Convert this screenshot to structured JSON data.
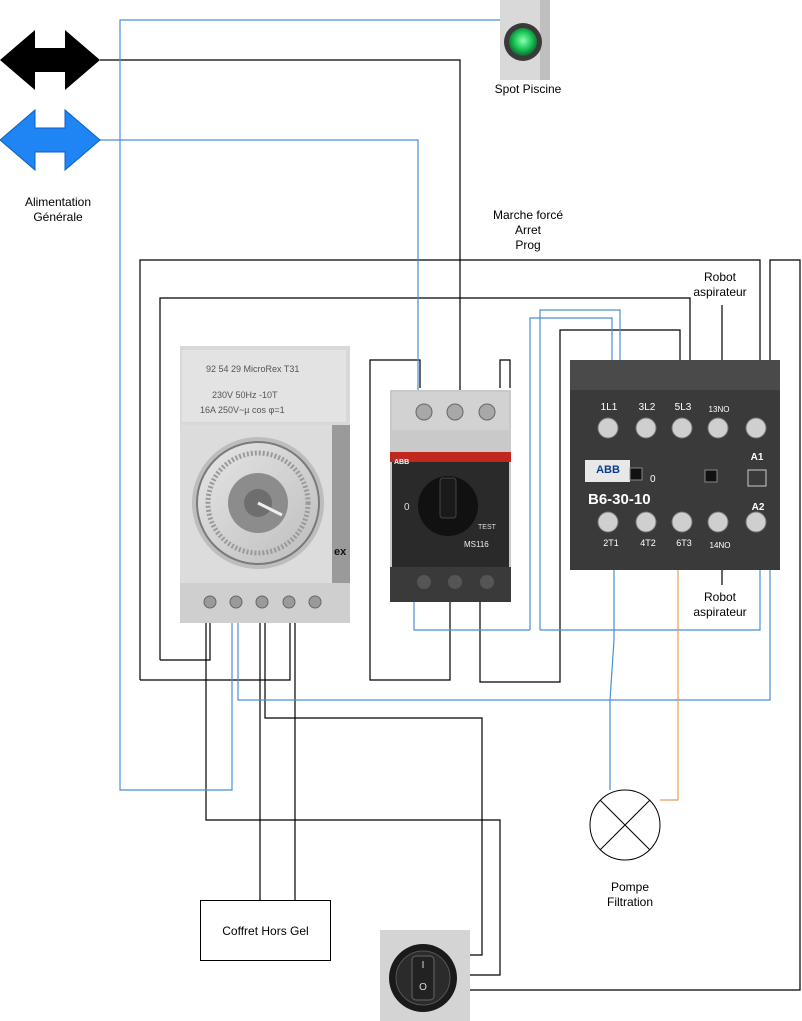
{
  "labels": {
    "spot": "Spot Piscine",
    "alim_line1": "Alimentation",
    "alim_line2": "Générale",
    "mode_line1": "Marche forcé",
    "mode_line2": "Arret",
    "mode_line3": "Prog",
    "robot_top_line1": "Robot",
    "robot_top_line2": "aspirateur",
    "robot_bottom_line1": "Robot",
    "robot_bottom_line2": "aspirateur",
    "pompe_line1": "Pompe",
    "pompe_line2": "Filtration",
    "coffret": "Coffret Hors Gel"
  },
  "timer_text": {
    "ref": "92 54 29 MicroRex T31",
    "voltage": "230V 50Hz -10T",
    "current": "16A 250V~µ cos φ=1",
    "brand_fragment": "ex"
  },
  "breaker_text": {
    "brand": "ABB",
    "model": "MS116",
    "test": "TEST",
    "zero": "0"
  },
  "contactor_text": {
    "brand": "ABB",
    "model": "B6-30-10",
    "zero": "0",
    "top_terminals": [
      "1L1",
      "3L2",
      "5L3",
      "13NO",
      "A1"
    ],
    "bottom_terminals": [
      "2T1",
      "4T2",
      "6T3",
      "14NO",
      "A2"
    ]
  },
  "switch_text": {
    "on": "I",
    "off": "O"
  },
  "colors": {
    "wire_black": "#000000",
    "wire_blue": "#4a8fd6",
    "wire_orange": "#e0a060",
    "arrow_blue": "#1f85f5",
    "spot_green": "#2ecc55"
  }
}
